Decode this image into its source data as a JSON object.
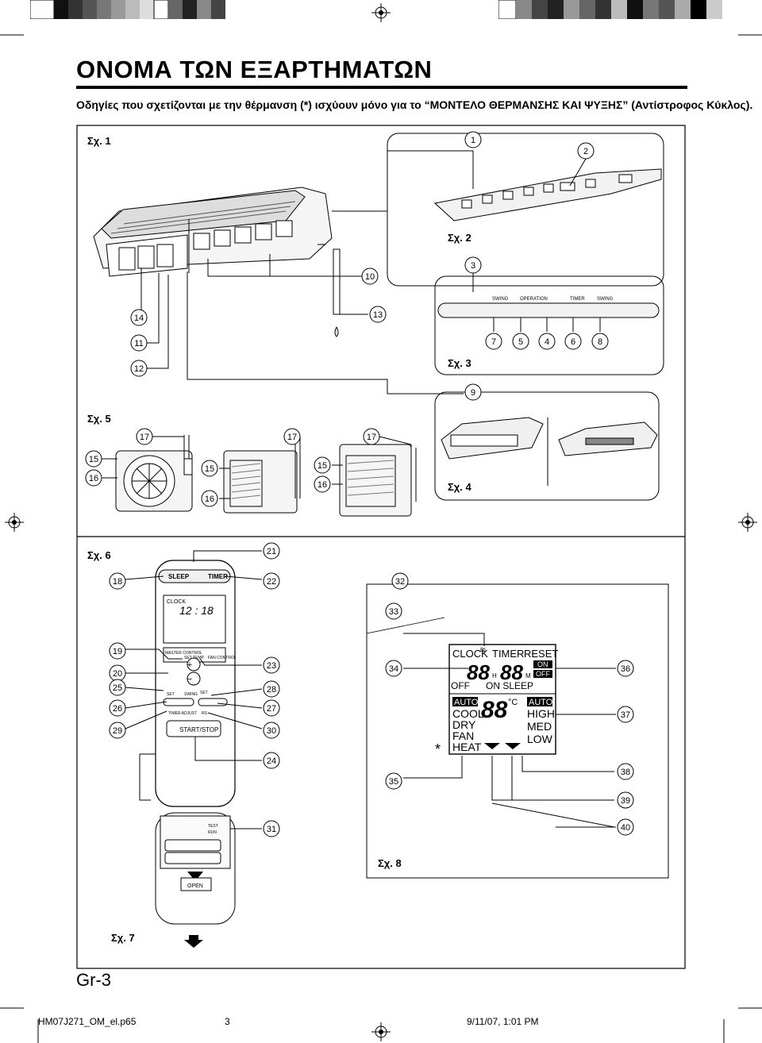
{
  "page": {
    "title": "ΟΝΟΜΑ ΤΩΝ ΕΞΑΡΤΗΜΑΤΩΝ",
    "intro": "Οδηγίες που σχετίζονται με την θέρμανση (*) ισχύουν μόνο για το “ΜΟΝΤΕΛΟ ΘΕΡΜΑΝΣΗΣ ΚΑΙ ΨΥΞΗΣ” (Αντίστροφος Κύκλος).",
    "page_label": "Gr-3"
  },
  "figures": {
    "fig1": "Σχ. 1",
    "fig2": "Σχ. 2",
    "fig3": "Σχ. 3",
    "fig4": "Σχ. 4",
    "fig5": "Σχ. 5",
    "fig6": "Σχ. 6",
    "fig7": "Σχ. 7",
    "fig8": "Σχ. 8"
  },
  "callouts": {
    "c1": "1",
    "c2": "2",
    "c3": "3",
    "c4": "4",
    "c5": "5",
    "c6": "6",
    "c7": "7",
    "c8": "8",
    "c9": "9",
    "c10": "10",
    "c11": "11",
    "c12": "12",
    "c13": "13",
    "c14": "14",
    "c15": "15",
    "c16": "16",
    "c17": "17",
    "c18": "18",
    "c19": "19",
    "c20": "20",
    "c21": "21",
    "c22": "22",
    "c23": "23",
    "c24": "24",
    "c25": "25",
    "c26": "26",
    "c27": "27",
    "c28": "28",
    "c29": "29",
    "c30": "30",
    "c31": "31",
    "c32": "32",
    "c33": "33",
    "c34": "34",
    "c35": "35",
    "c36": "36",
    "c37": "37",
    "c38": "38",
    "c39": "39",
    "c40": "40"
  },
  "panel_labels": {
    "swing_left": "SWING",
    "operation": "OPERATION",
    "timer": "TIMER",
    "swing_right": "SWING"
  },
  "remote": {
    "sleep": "SLEEP",
    "timer": "TIMER",
    "clock": "CLOCK",
    "time": "12 : 18",
    "master": "MASTER CONTROL",
    "set_temp": "SET TEMP.",
    "fan": "FAN CONTROL",
    "set": "SET",
    "swing": "SWING",
    "set2": "SET",
    "timer_adjust": "TIMER ADJUST",
    "rs": "RS",
    "start_stop": "START/STOP",
    "test": "TEST",
    "run": "RUN",
    "open": "OPEN"
  },
  "lcd": {
    "clock": "CLOCK",
    "timer": "TIMER",
    "reset": "RESET",
    "digits": "88",
    "h": "H",
    "digits2": "88",
    "m": "M",
    "on": "ON",
    "off": "OFF",
    "off_on": "OFF",
    "on_sleep": "ON SLEEP",
    "auto_mode": "AUTO",
    "cool": "COOL",
    "dry": "DRY",
    "fan": "FAN",
    "heat": "HEAT",
    "temp": "88",
    "deg": "°C",
    "auto_fan": "AUTO",
    "high": "HIGH",
    "med": "MED",
    "low": "LOW",
    "asterisk": "*"
  },
  "footer": {
    "file": "HM07J271_OM_el.p65",
    "page": "3",
    "date": "9/11/07, 1:01 PM"
  }
}
